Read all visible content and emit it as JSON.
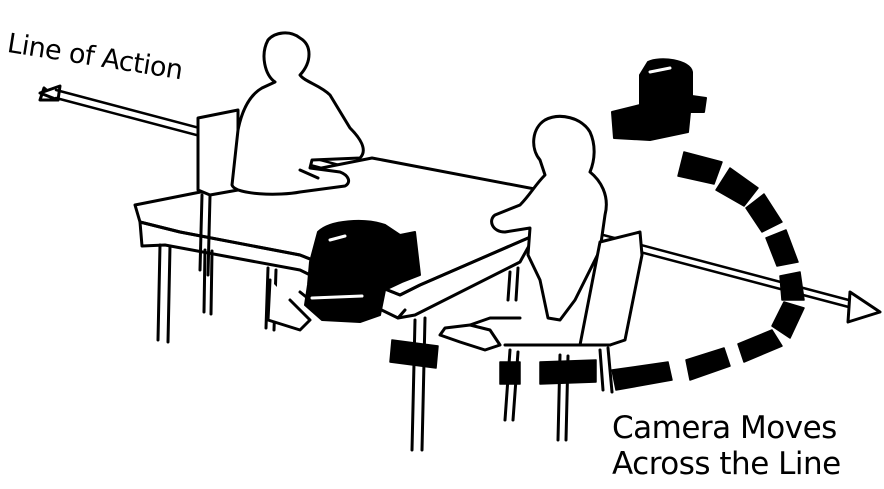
{
  "labels": {
    "line_of_action": "Line of Action",
    "camera_caption_line1": "Camera Moves",
    "camera_caption_line2": "Across the Line"
  },
  "colors": {
    "ink": "#000000",
    "paper": "#ffffff"
  }
}
